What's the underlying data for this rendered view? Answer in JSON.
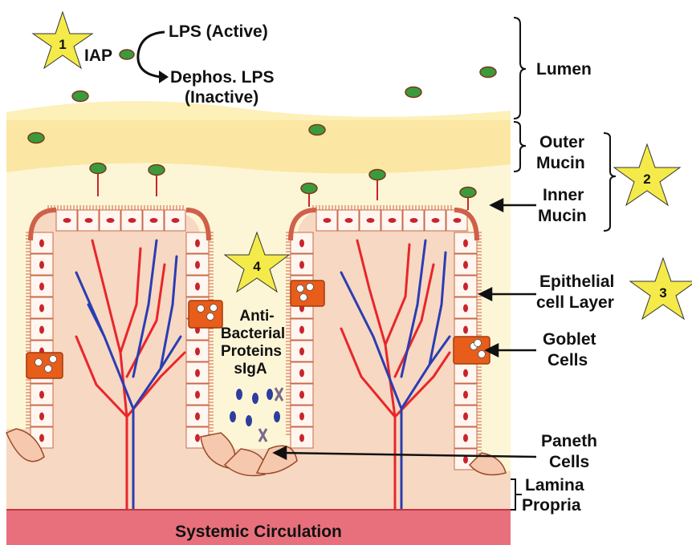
{
  "labels": {
    "iap": "IAP",
    "lps_active": "LPS (Active)",
    "dephos_line1": "Dephos. LPS",
    "dephos_line2": "(Inactive)",
    "lumen": "Lumen",
    "outer_mucin_1": "Outer",
    "outer_mucin_2": "Mucin",
    "inner_mucin_1": "Inner",
    "inner_mucin_2": "Mucin",
    "epithelial_1": "Epithelial",
    "epithelial_2": "cell Layer",
    "goblet_1": "Goblet",
    "goblet_2": "Cells",
    "antibact_1": "Anti-",
    "antibact_2": "Bacterial",
    "antibact_3": "Proteins",
    "antibact_4": "sIgA",
    "paneth_1": "Paneth",
    "paneth_2": "Cells",
    "lamina_1": "Lamina",
    "lamina_2": "Propria",
    "systemic": "Systemic Circulation"
  },
  "stars": [
    "1",
    "2",
    "3",
    "4"
  ],
  "colors": {
    "lumen_bg": "#fdf0b8",
    "outer_mucin": "#fbe7a3",
    "inner_mucin": "#fdf6d6",
    "lamina": "#f7d8c2",
    "systemic": "#e8707c",
    "artery": "#e8262b",
    "vein": "#2a3db3",
    "goblet": "#e85d1a",
    "star": "#f4ea4a",
    "bacteria_fill": "#3a9a3c",
    "bacteria_edge": "#7a3a1a",
    "nucleus": "#c9242c",
    "sIgA": "#2d3e9f"
  }
}
